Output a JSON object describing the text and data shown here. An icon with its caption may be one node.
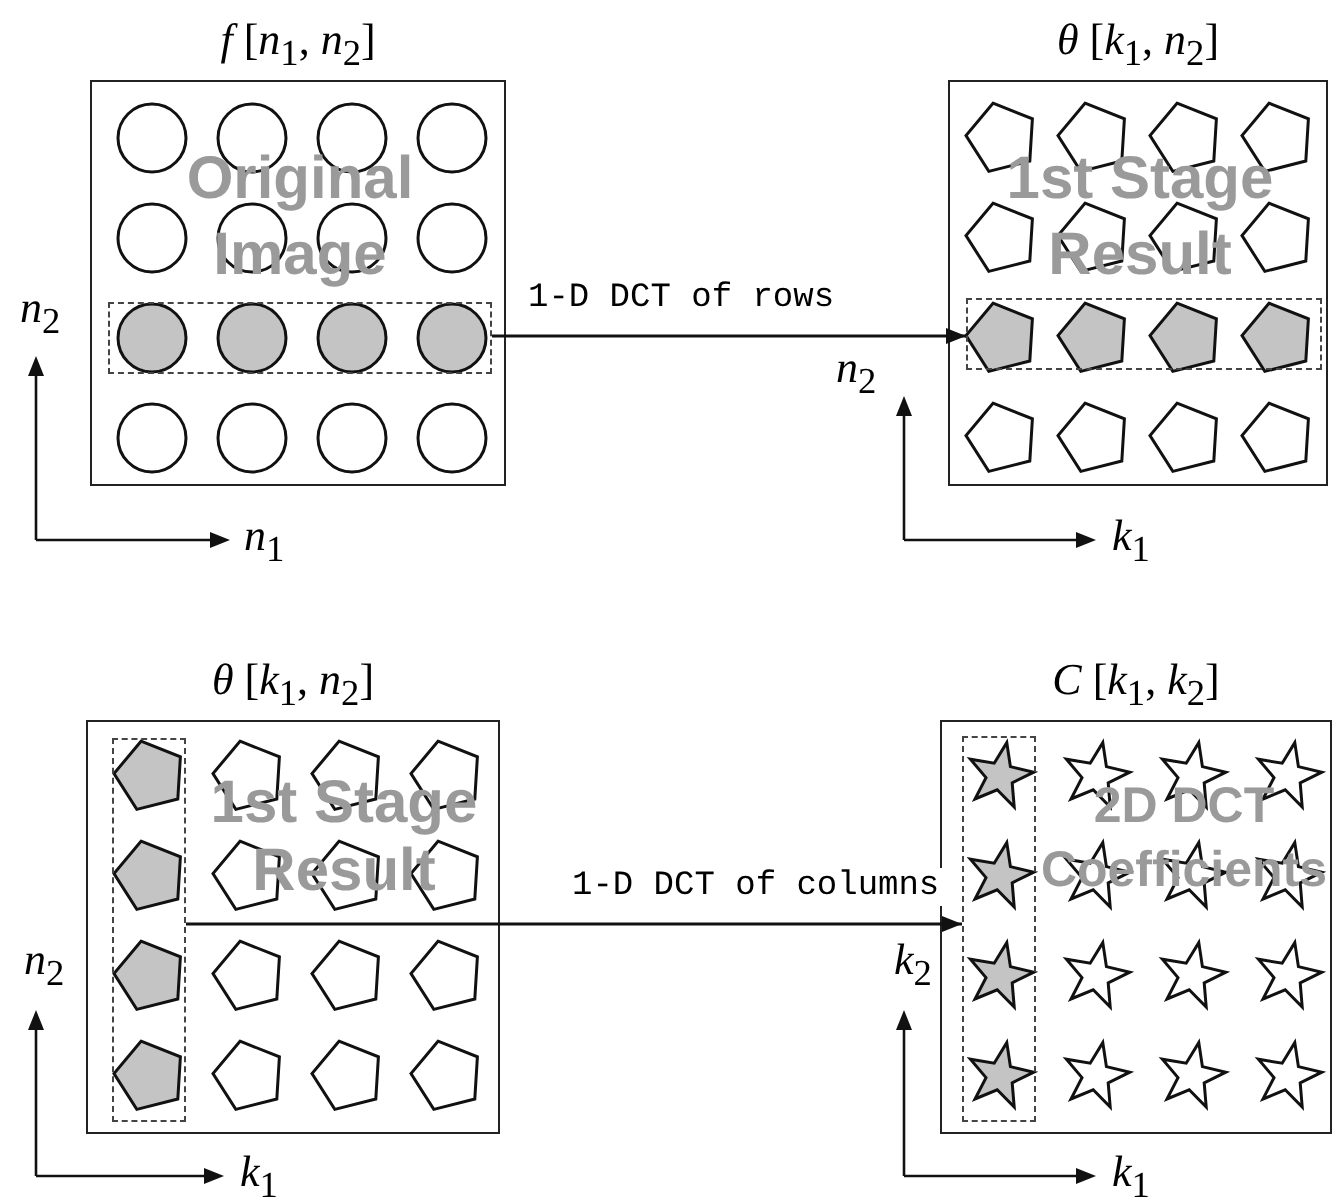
{
  "diagram": {
    "nodes": [
      {
        "text": [
          "*f* [*n*$_{1}$, *n*$_{2}$]",
          "Original Image"
        ]
      },
      {
        "text": [],
        "shape": "box",
        "in": 0
      },
      {
        "text": [
          "*θ* [*k*$_{1}$, *n*$_{2}$]",
          "1st Stage Result"
        ]
      },
      {
        "text": [],
        "shape": "box",
        "in": 2
      },
      {
        "text": [
          "*θ* [*k*$_{1}$, *n*$_{2}$]",
          "1st Stage Result"
        ]
      },
      {
        "text": [],
        "shape": "box",
        "in": 4
      },
      {
        "text": [
          "*C* [*k*$_{1}$, *k*$_{2}$]",
          "2D DCT Coefficients"
        ]
      },
      {
        "text": [],
        "shape": "box",
        "in": 6
      }
    ],
    "edges": [
      {
        "from": 1,
        "to": 3,
        "arrow": "to",
        "label": "1-D DCT of rows"
      },
      {
        "from": 5,
        "to": 7,
        "arrow": "to",
        "label": "1-D DCT of columns"
      }
    ],
    "labels": [
      "*n*$_{2}$",
      "*n*$_{1}$",
      "*n*$_{2}$",
      "*k*$_{1}$",
      "*n*$_{2}$",
      "*k*$_{1}$",
      "*k*$_{2}$",
      "*k*$_{1}$"
    ]
  }
}
